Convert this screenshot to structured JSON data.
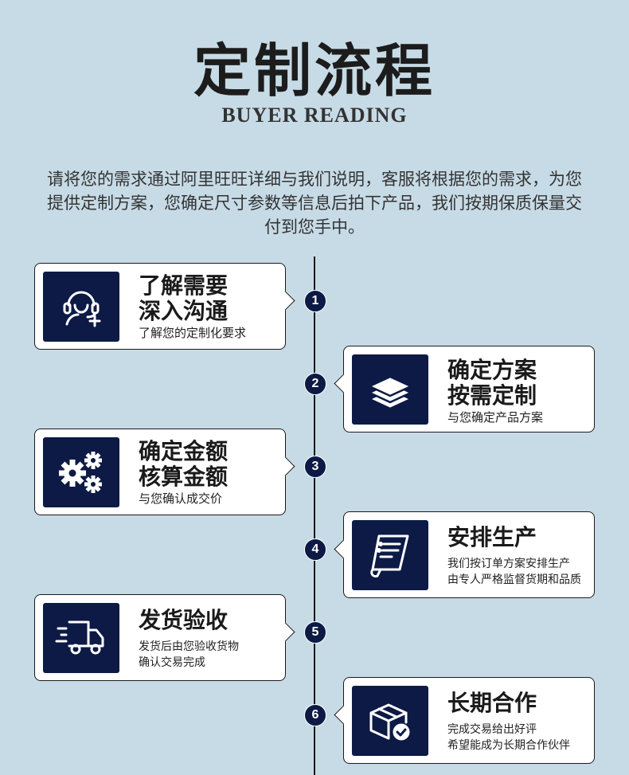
{
  "header": {
    "title": "定制流程",
    "subtitle": "BUYER READING",
    "intro_line1": "请将您的需求通过阿里旺旺详细与我们说明，客服将根据您的需求，为您",
    "intro_line2": "提供定制方案，您确定尺寸参数等信息后拍下产品，我们按期保质保量交",
    "intro_line3": "付到您手中。"
  },
  "colors": {
    "background": "#c7dbe6",
    "accent": "#0c1a45",
    "card": "#ffffff"
  },
  "steps": [
    {
      "number": "1",
      "icon": "consultant-headset-icon",
      "heading_line1": "了解需要",
      "heading_line2": "深入沟通",
      "desc_line1": "了解您的定制化要求",
      "desc_line2": ""
    },
    {
      "number": "2",
      "icon": "layers-stack-icon",
      "heading_line1": "确定方案",
      "heading_line2": "按需定制",
      "desc_line1": "与您确定产品方案",
      "desc_line2": ""
    },
    {
      "number": "3",
      "icon": "gears-icon",
      "heading_line1": "确定金额",
      "heading_line2": "核算金额",
      "desc_line1": "与您确认成交价",
      "desc_line2": ""
    },
    {
      "number": "4",
      "icon": "order-document-icon",
      "heading_line1": "安排生产",
      "heading_line2": "",
      "desc_line1": "我们按订单方案安排生产",
      "desc_line2": "由专人严格监督货期和品质"
    },
    {
      "number": "5",
      "icon": "delivery-truck-icon",
      "heading_line1": "发货验收",
      "heading_line2": "",
      "desc_line1": "发货后由您验收货物",
      "desc_line2": "确认交易完成"
    },
    {
      "number": "6",
      "icon": "package-check-icon",
      "heading_line1": "长期合作",
      "heading_line2": "",
      "desc_line1": "完成交易给出好评",
      "desc_line2": "希望能成为长期合作伙伴"
    }
  ]
}
